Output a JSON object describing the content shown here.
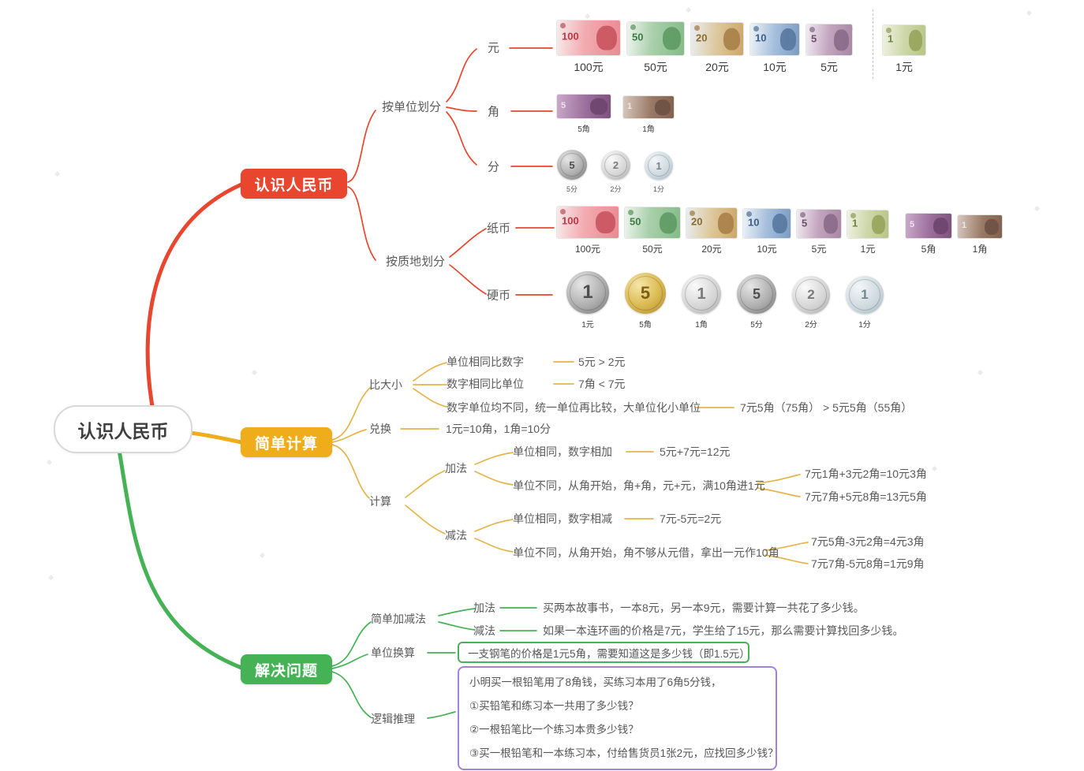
{
  "root": {
    "label": "认识人民币"
  },
  "recognize": {
    "label": "认识人民币",
    "by_unit": {
      "label": "按单位划分",
      "yuan_label": "元",
      "jiao_label": "角",
      "fen_label": "分"
    },
    "by_material": {
      "label": "按质地划分",
      "paper_label": "纸币",
      "coin_label": "硬币"
    }
  },
  "calc": {
    "label": "简单计算",
    "compare": {
      "label": "比大小",
      "rules": [
        {
          "rule": "单位相同比数字",
          "example": "5元 > 2元"
        },
        {
          "rule": "数字相同比单位",
          "example": "7角 < 7元"
        },
        {
          "rule": "数字单位均不同，统一单位再比较，大单位化小单位",
          "example": "7元5角（75角） > 5元5角（55角）"
        }
      ]
    },
    "exchange": {
      "label": "兑换",
      "example": "1元=10角，1角=10分"
    },
    "compute": {
      "label": "计算",
      "add": {
        "label": "加法",
        "same_rule": "单位相同，数字相加",
        "same_example": "5元+7元=12元",
        "diff_rule": "单位不同，从角开始，角+角，元+元，满10角进1元",
        "diff_examples": [
          "7元1角+3元2角=10元3角",
          "7元7角+5元8角=13元5角"
        ]
      },
      "sub": {
        "label": "减法",
        "same_rule": "单位相同，数字相减",
        "same_example": "7元-5元=2元",
        "diff_rule": "单位不同，从角开始，角不够从元借，拿出一元作10角",
        "diff_examples": [
          "7元5角-3元2角=4元3角",
          "7元7角-5元8角=1元9角"
        ]
      }
    }
  },
  "solve": {
    "label": "解决问题",
    "simple": {
      "label": "简单加减法",
      "add_label": "加法",
      "add_example": "买两本故事书，一本8元，另一本9元，需要计算一共花了多少钱。",
      "sub_label": "减法",
      "sub_example": "如果一本连环画的价格是7元，学生给了15元，那么需要计算找回多少钱。"
    },
    "convert": {
      "label": "单位换算",
      "example": "一支钢笔的价格是1元5角，需要知道这是多少钱（即1.5元）"
    },
    "logic": {
      "label": "逻辑推理",
      "intro": "小明买一根铅笔用了8角钱，买练习本用了6角5分钱，",
      "questions": [
        "①买铅笔和练习本一共用了多少钱？",
        "②一根铅笔比一个练习本贵多少钱？",
        "③买一根铅笔和一本练习本，付给售货员1张2元，应找回多少钱？"
      ]
    }
  },
  "money": {
    "yuan_notes": [
      {
        "value": "100",
        "label": "100元"
      },
      {
        "value": "50",
        "label": "50元"
      },
      {
        "value": "20",
        "label": "20元"
      },
      {
        "value": "10",
        "label": "10元"
      },
      {
        "value": "5",
        "label": "5元"
      },
      {
        "value": "1",
        "label": "1元"
      }
    ],
    "jiao_notes": [
      {
        "value": "5",
        "label": "5角"
      },
      {
        "value": "1",
        "label": "1角"
      }
    ],
    "fen_coins": [
      {
        "value": "5",
        "label": "5分"
      },
      {
        "value": "2",
        "label": "2分"
      },
      {
        "value": "1",
        "label": "1分"
      }
    ],
    "paper_notes": [
      {
        "value": "100",
        "label": "100元"
      },
      {
        "value": "50",
        "label": "50元"
      },
      {
        "value": "20",
        "label": "20元"
      },
      {
        "value": "10",
        "label": "10元"
      },
      {
        "value": "5",
        "label": "5元"
      },
      {
        "value": "1",
        "label": "1元"
      },
      {
        "value": "5",
        "label": "5角"
      },
      {
        "value": "1",
        "label": "1角"
      }
    ],
    "metal_coins": [
      {
        "value": "1",
        "label": "1元"
      },
      {
        "value": "5",
        "label": "5角"
      },
      {
        "value": "1",
        "label": "1角"
      },
      {
        "value": "5",
        "label": "5分"
      },
      {
        "value": "2",
        "label": "2分"
      },
      {
        "value": "1",
        "label": "1分"
      }
    ]
  },
  "colors": {
    "branch_recognize": "#e8462f",
    "branch_calc": "#efad1b",
    "branch_solve": "#45b256",
    "calc_sub_line": "#e6b54a",
    "root_border": "#d9d9d9",
    "text": "#5a5a5a",
    "convert_box_border": "#4cb05a",
    "logic_box_border": "#a183d9"
  }
}
